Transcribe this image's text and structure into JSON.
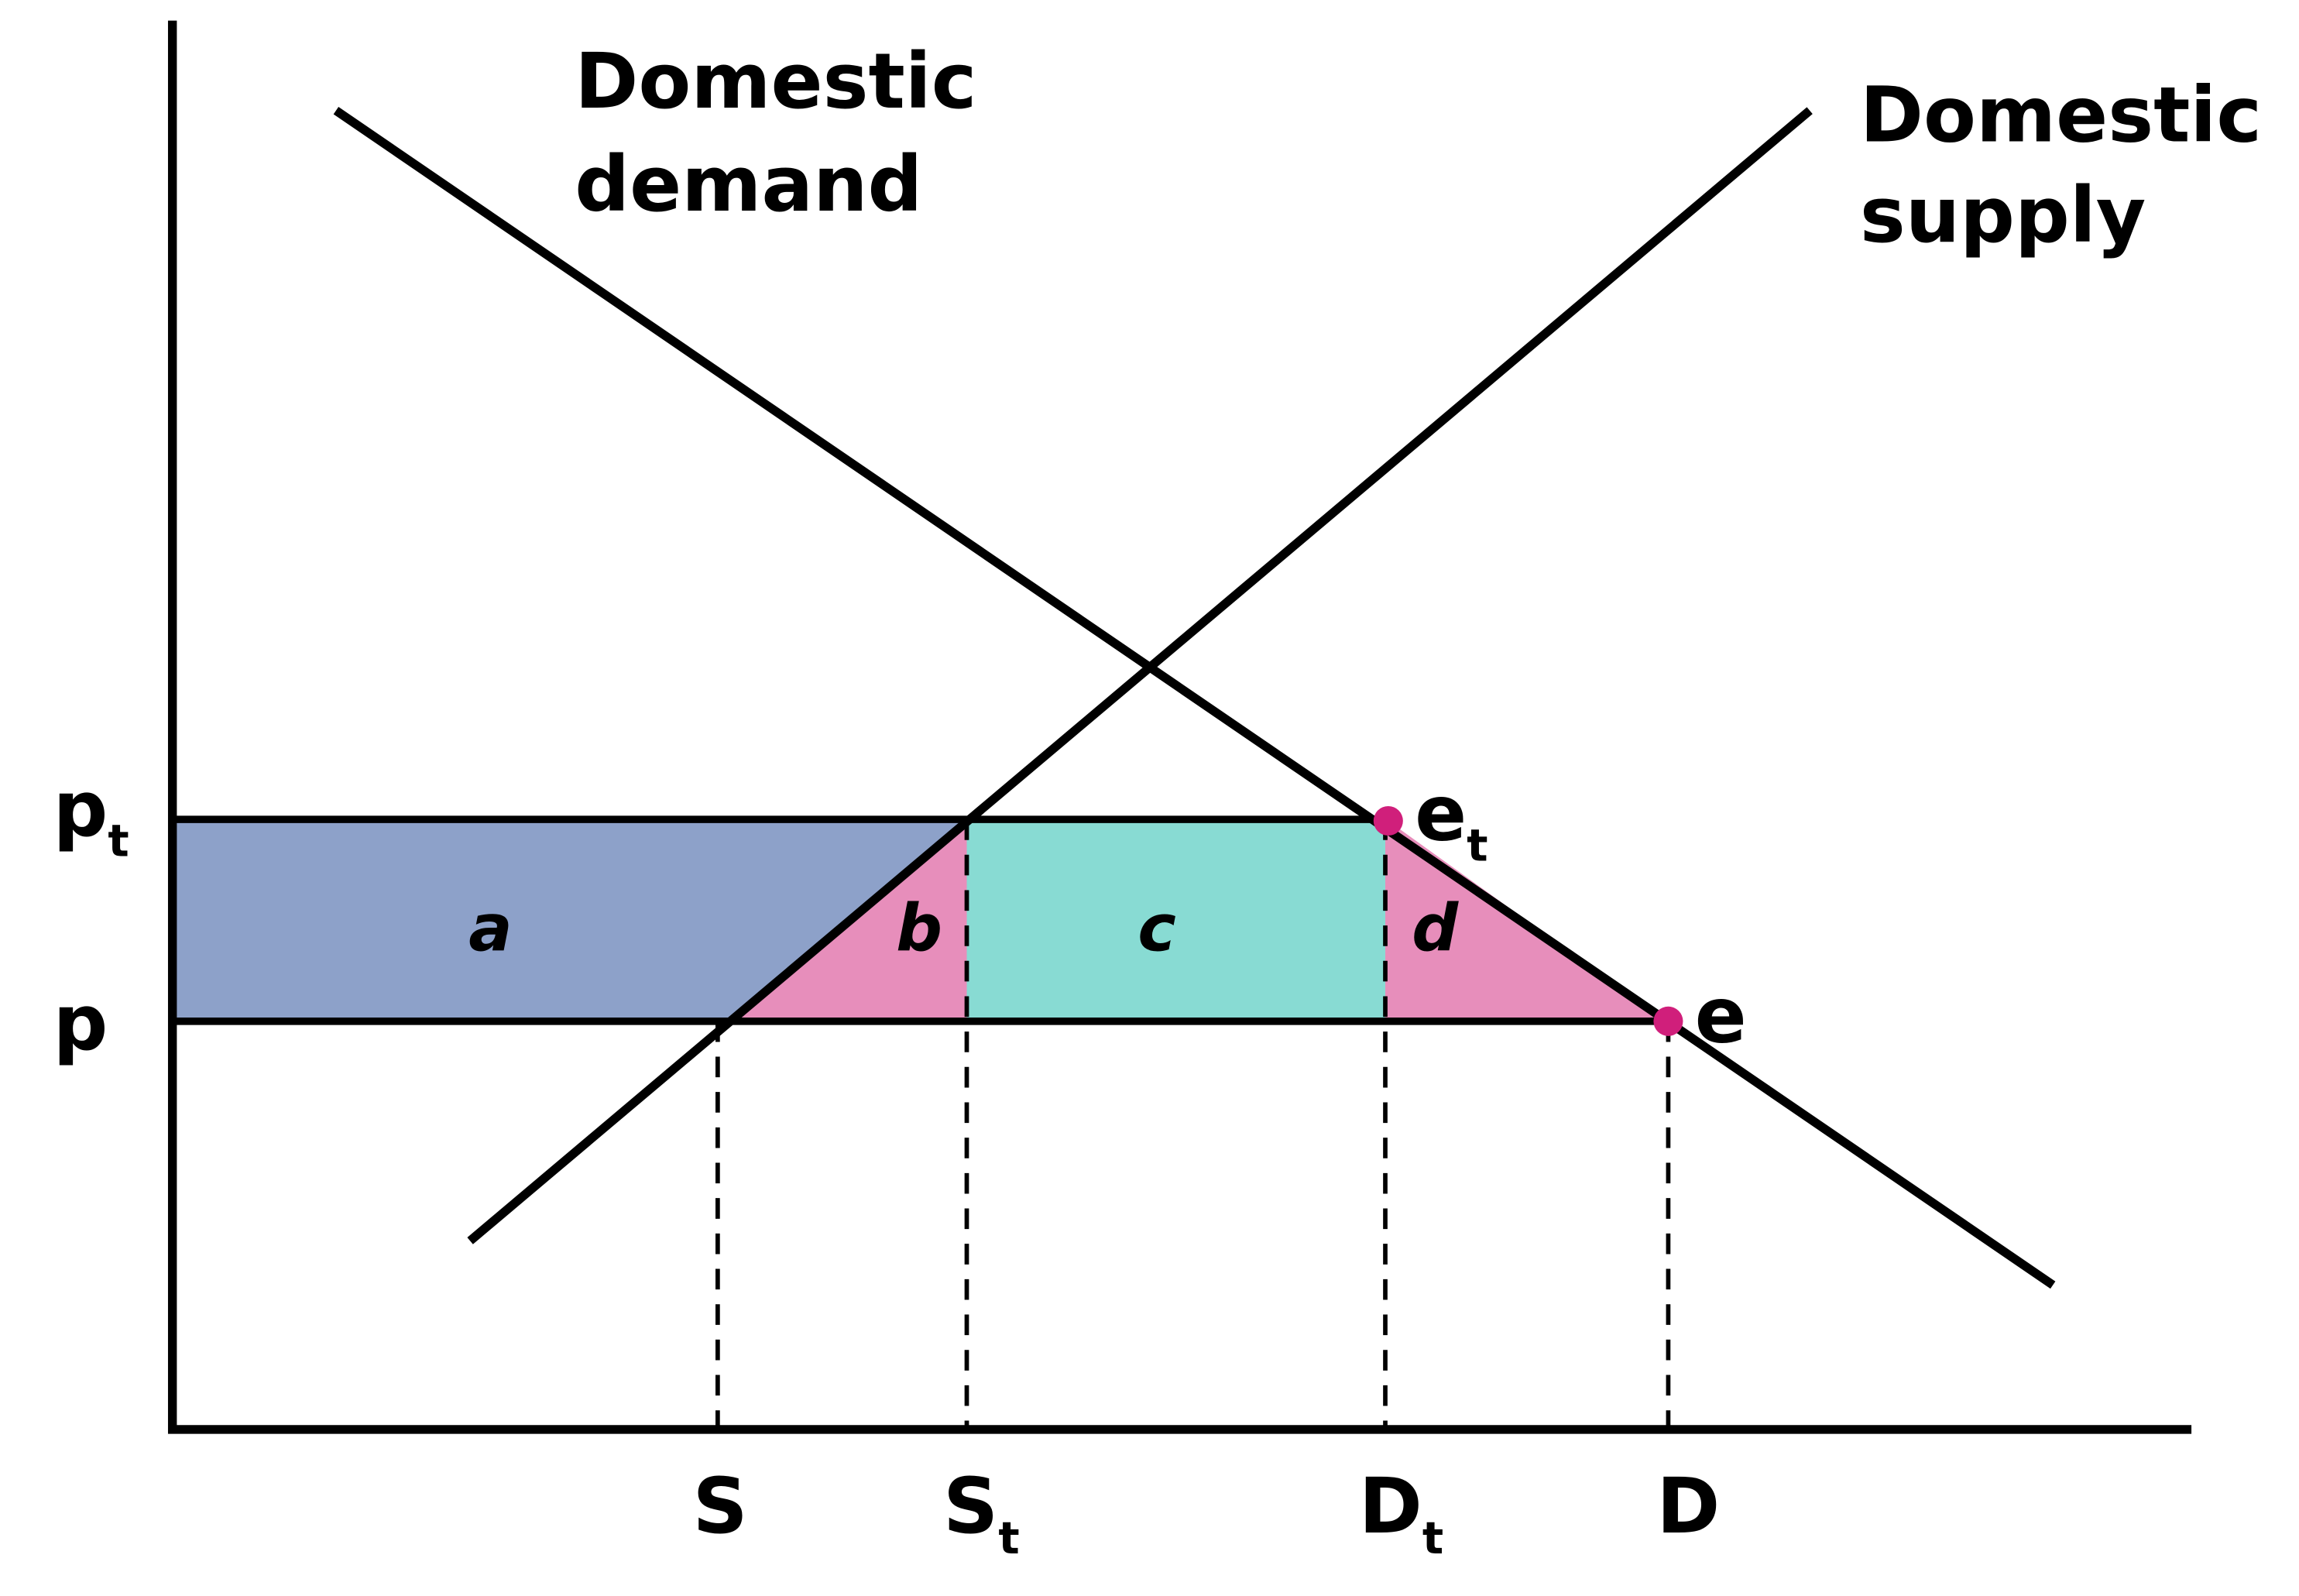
{
  "labels": {
    "demand_line1": "Domestic",
    "demand_line2": "demand",
    "supply_line1": "Domestic",
    "supply_line2": "supply",
    "price_tariff": "p",
    "price_tariff_sub": "t",
    "price_world": "p",
    "qty_S": "S",
    "qty_St": "S",
    "qty_St_sub": "t",
    "qty_Dt": "D",
    "qty_Dt_sub": "t",
    "qty_D": "D",
    "point_et": "e",
    "point_et_sub": "t",
    "point_e": "e"
  },
  "areas": {
    "a": "a",
    "b": "b",
    "c": "c",
    "d": "d"
  },
  "colors": {
    "area_a": "#8da1c9",
    "area_b": "#e78ebb",
    "area_c": "#88dbd3",
    "area_d": "#e78ebb",
    "point": "#d01f7b"
  }
}
